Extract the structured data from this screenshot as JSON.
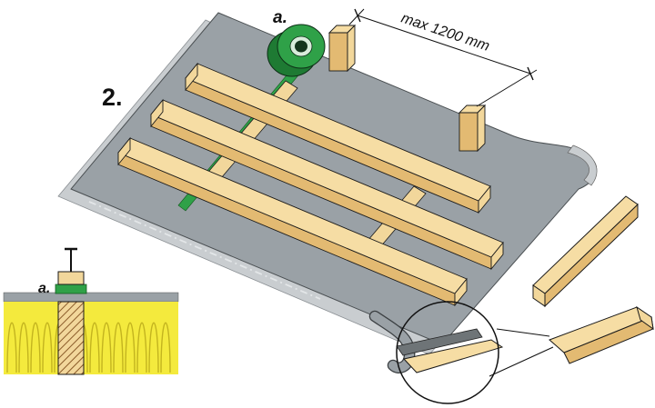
{
  "figure": {
    "step_label": "2.",
    "tape_label": "a.",
    "detail_tape_label": "a.",
    "dimension_label": "max 1200 mm"
  },
  "elements": {
    "main_view": "roof-underlay-membrane-with-battens-and-sealing-tape",
    "detail_view": "eave-cross-section-with-insulation-rafter-tape-and-nail",
    "magnified_view": "eave-edge-detail-circle-with-drip-batten"
  },
  "colors": {
    "membrane": "#9aa1a6",
    "membrane_light": "#c9cdd0",
    "membrane_dark": "#6e7477",
    "wood_top": "#f6dda4",
    "wood_front": "#e3ba72",
    "wood_end": "#f2d79b",
    "tape_green": "#2fa148",
    "tape_green_dark": "#1e7a33",
    "tape_core": "#d8ecdb",
    "tape_hole": "#14351d",
    "insulation": "#f4ea3d",
    "insulation_line": "#c3b41f",
    "hatch_brown": "#8a5a28",
    "outline": "#1a1a1a",
    "dash": "#e3e6e8"
  }
}
